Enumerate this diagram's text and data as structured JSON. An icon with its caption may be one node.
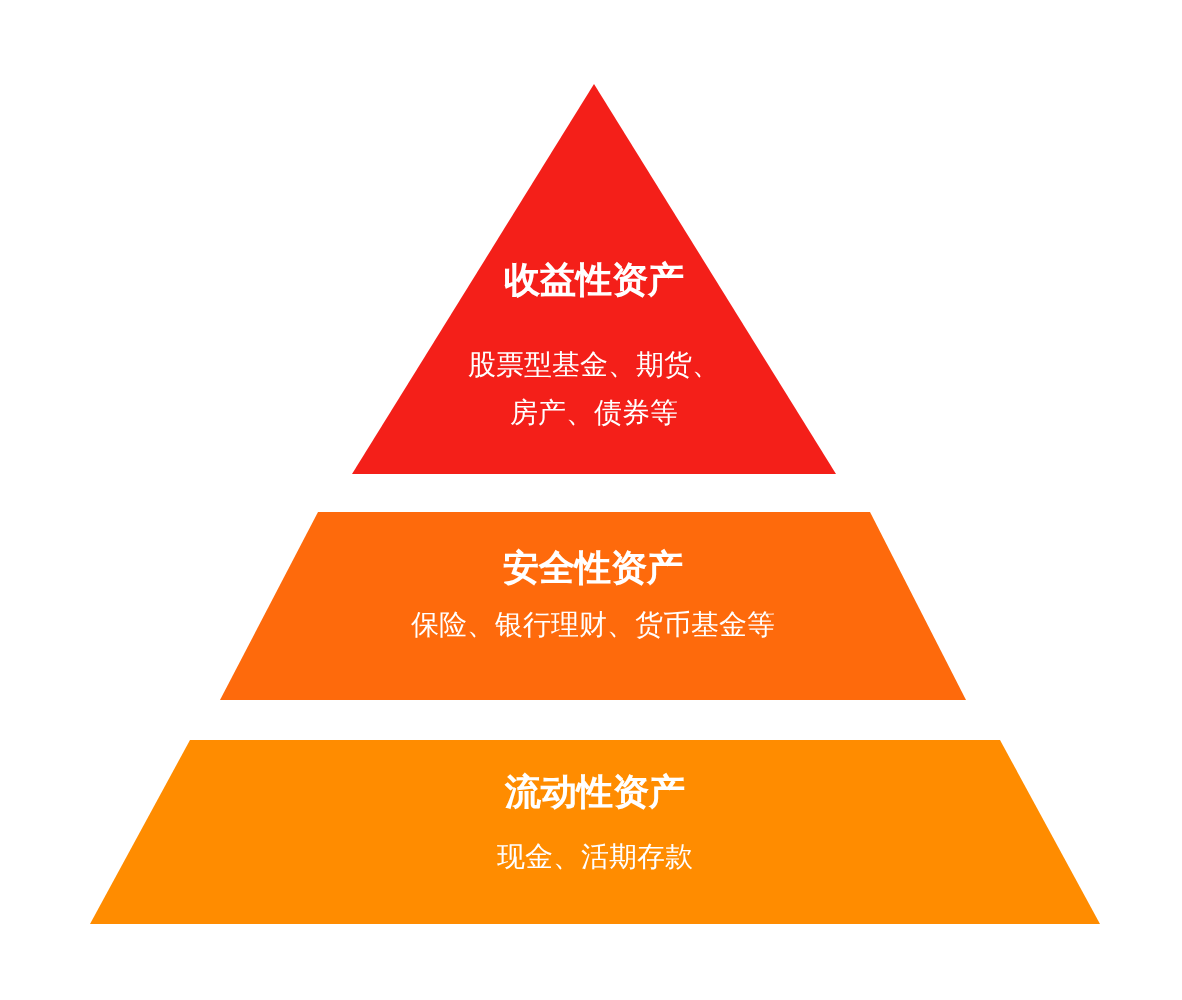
{
  "diagram": {
    "nodes": [
      {
        "text": [
          "收益性资产",
          "股票型基金、期货、房产、债券等"
        ]
      },
      {
        "text": [
          "安全性资产",
          "保险、银行理财、货币基金等"
        ]
      },
      {
        "text": [
          "流动性资产",
          "现金、活期存款"
        ]
      }
    ]
  }
}
